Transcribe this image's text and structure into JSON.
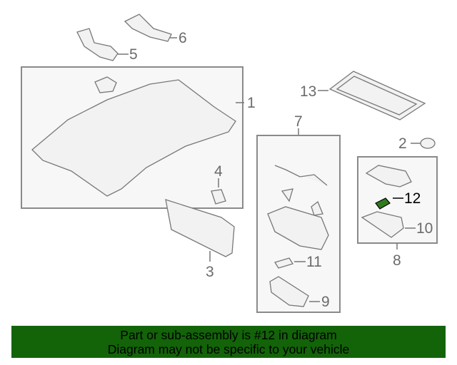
{
  "callouts": {
    "c1": "1",
    "c2": "2",
    "c3": "3",
    "c4": "4",
    "c5": "5",
    "c6": "6",
    "c7": "7",
    "c8": "8",
    "c9": "9",
    "c10": "10",
    "c11": "11",
    "c12": "12",
    "c13": "13"
  },
  "highlight_color": "#2f7a1a",
  "banner": {
    "line1": "Part or sub-assembly is #12 in diagram",
    "line2": "Diagram may not be specific to your vehicle",
    "color": "#136309"
  }
}
